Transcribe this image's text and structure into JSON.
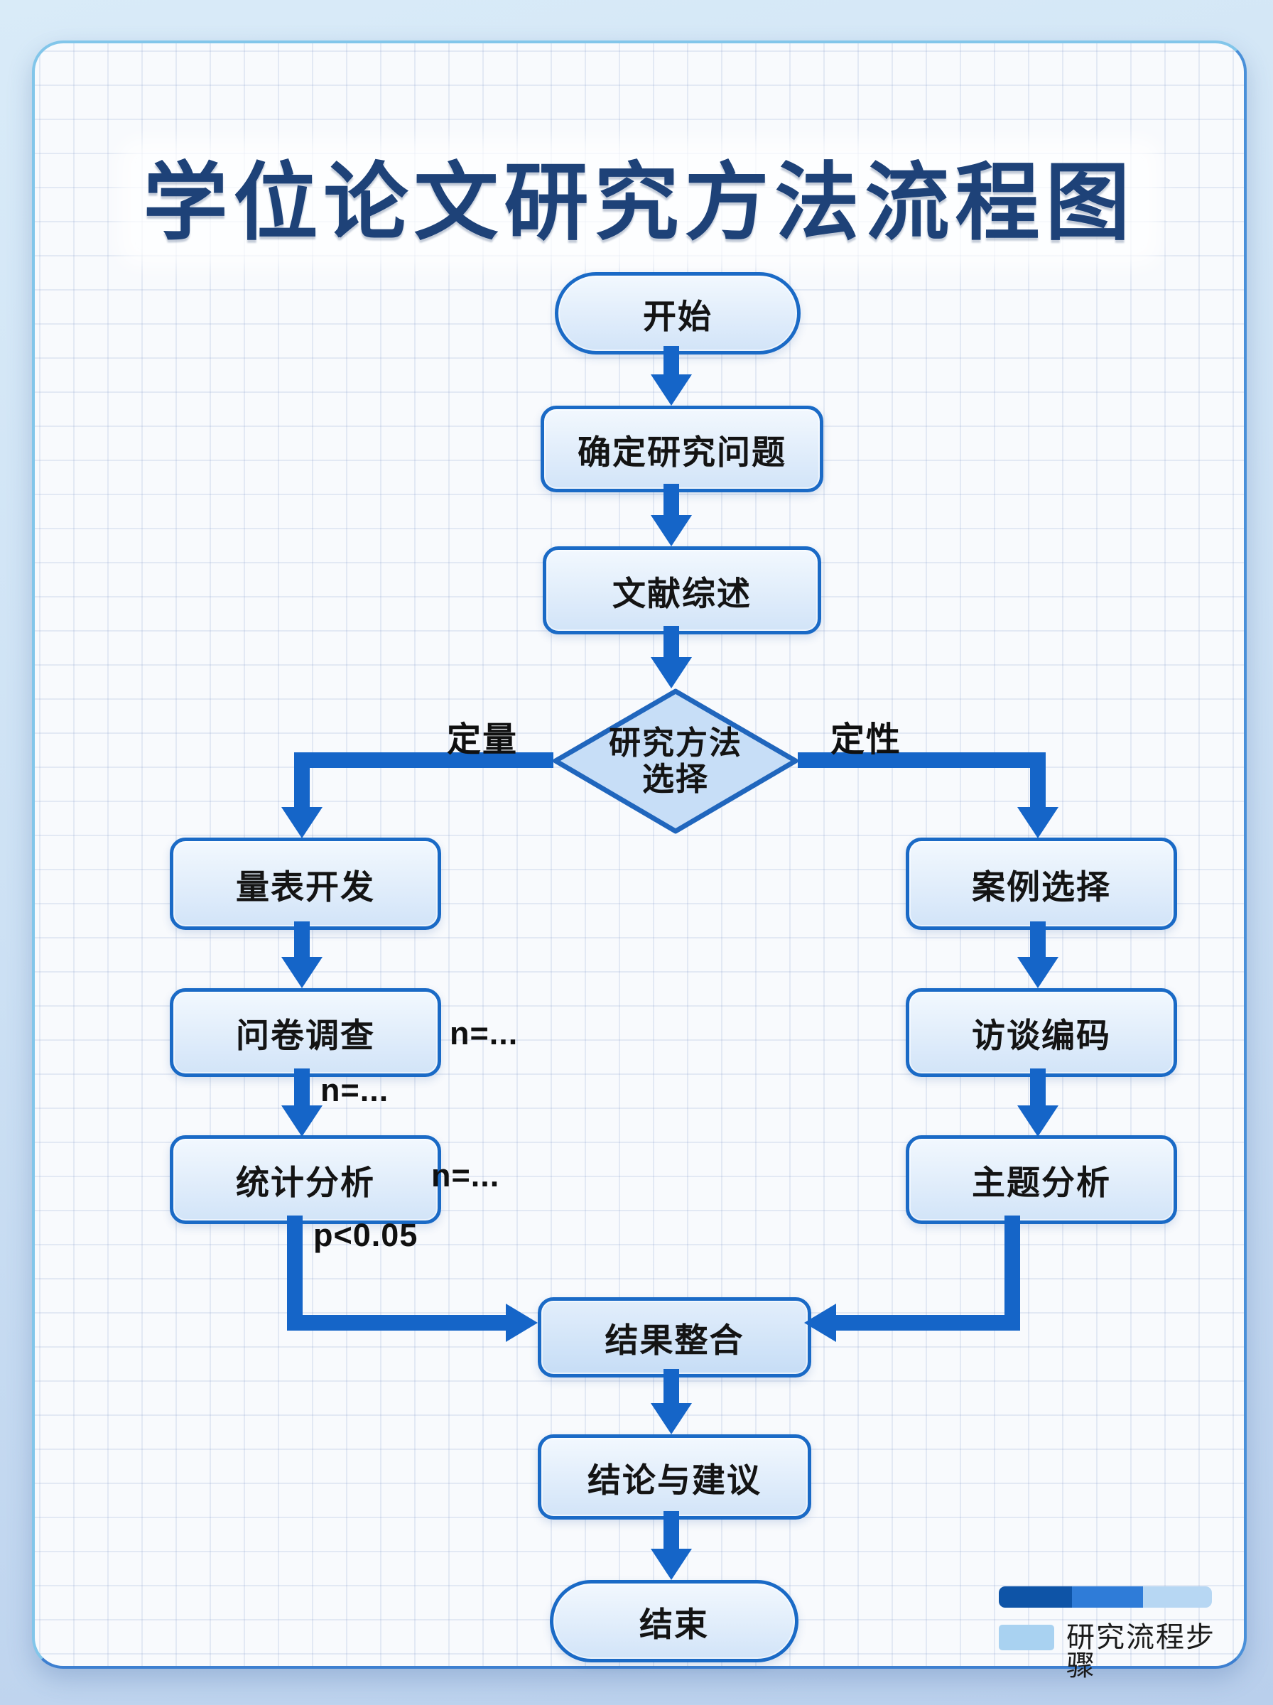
{
  "title": "学位论文研究方法流程图",
  "nodes": {
    "start": "开始",
    "define": "确定研究问题",
    "literature": "文献综述",
    "decision_line1": "研究方法",
    "decision_line2": "选择",
    "scale": "量表开发",
    "survey": "问卷调查",
    "stats": "统计分析",
    "case": "案例选择",
    "interview": "访谈编码",
    "theme": "主题分析",
    "integrate": "结果整合",
    "conclude": "结论与建议",
    "end": "结束"
  },
  "labels": {
    "quantitative": "定量",
    "qualitative": "定性",
    "n_survey": "n=...",
    "n_between": "n=...",
    "n_stats": "n=...",
    "p_value": "p<0.05"
  },
  "edges": [
    {
      "from": "start",
      "to": "define"
    },
    {
      "from": "define",
      "to": "literature"
    },
    {
      "from": "literature",
      "to": "decision"
    },
    {
      "from": "decision",
      "to": "scale",
      "label": "定量"
    },
    {
      "from": "decision",
      "to": "case",
      "label": "定性"
    },
    {
      "from": "scale",
      "to": "survey"
    },
    {
      "from": "survey",
      "to": "stats",
      "label": "n=..."
    },
    {
      "from": "stats",
      "to": "integrate",
      "label": "p<0.05"
    },
    {
      "from": "case",
      "to": "interview"
    },
    {
      "from": "interview",
      "to": "theme"
    },
    {
      "from": "theme",
      "to": "integrate"
    },
    {
      "from": "integrate",
      "to": "conclude"
    },
    {
      "from": "conclude",
      "to": "end"
    }
  ],
  "legend": {
    "title": "研究流程步骤",
    "bar_colors": [
      "#0e54a7",
      "#2f7cd8",
      "#b7d7f3"
    ],
    "swatch_color": "#a9d2f1"
  },
  "colors": {
    "arrow": "#1565c8",
    "node_border": "#1a6ac6",
    "node_fill": "#d2e4f8",
    "diamond_fill": "#c7def7",
    "title_text": "#1e4278",
    "card_border": "#5aa3dc",
    "background": "#cde1f4"
  }
}
